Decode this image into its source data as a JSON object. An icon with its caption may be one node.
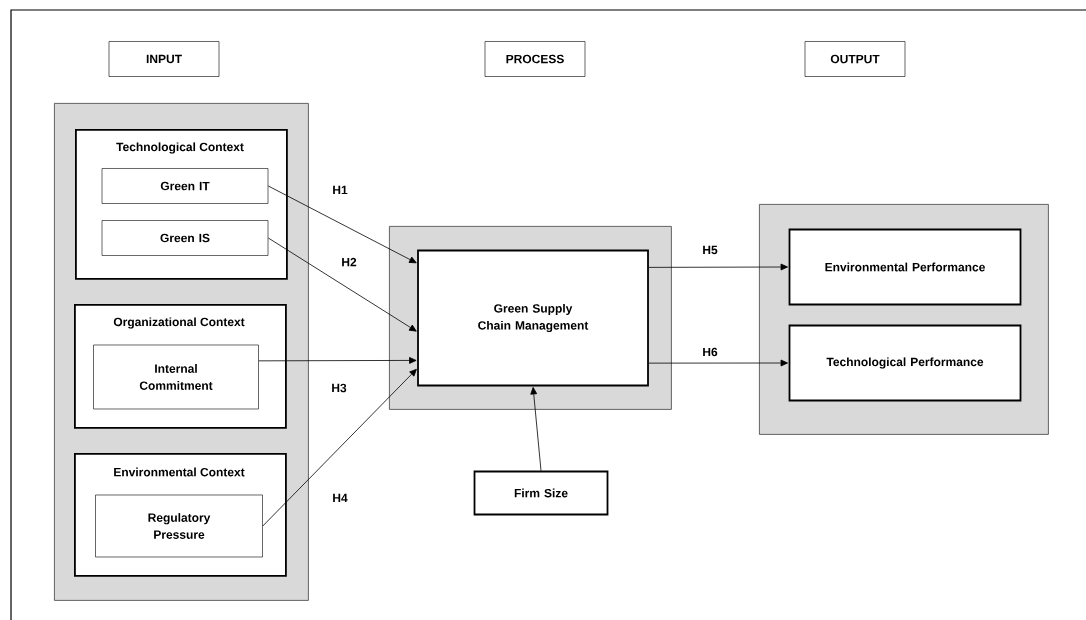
{
  "diagram": {
    "nodes": [
      {
        "text": [
          "INPUT"
        ]
      },
      {
        "text": [
          "PROCESS"
        ]
      },
      {
        "text": [
          "OUTPUT"
        ]
      },
      {
        "text": [],
        "shape": "box"
      },
      {
        "text": [
          "Technological Context"
        ],
        "in": 3
      },
      {
        "text": [
          "Green IT"
        ],
        "in": 4
      },
      {
        "text": [
          "Green IS"
        ],
        "in": 4
      },
      {
        "text": [
          "Organizational Context"
        ],
        "in": 3
      },
      {
        "text": [
          "Internal Commitment"
        ],
        "in": 7
      },
      {
        "text": [
          "Environmental Context"
        ],
        "in": 3
      },
      {
        "text": [
          "Regulatory Pressure"
        ],
        "in": 9
      },
      {
        "text": [],
        "shape": "box"
      },
      {
        "text": [
          "Green Supply Chain Management"
        ],
        "in": 11
      },
      {
        "text": [
          "Firm Size"
        ]
      },
      {
        "text": [],
        "shape": "box"
      },
      {
        "text": [
          "Environmental Performance"
        ],
        "in": 14
      },
      {
        "text": [
          "Technological Performance"
        ],
        "in": 14
      }
    ],
    "edges": [
      {
        "from": 5,
        "to": 12,
        "arrow": "to",
        "label": "H1"
      },
      {
        "from": 6,
        "to": 12,
        "arrow": "to",
        "label": "H2"
      },
      {
        "from": 8,
        "to": 12,
        "arrow": "to",
        "label": "H3"
      },
      {
        "from": 10,
        "to": 12,
        "arrow": "to",
        "label": "H4"
      },
      {
        "from": 13,
        "to": 12,
        "arrow": "to"
      },
      {
        "from": 12,
        "to": 15,
        "arrow": "to",
        "label": "H5"
      },
      {
        "from": 12,
        "to": 16,
        "arrow": "to",
        "label": "H6"
      }
    ]
  }
}
